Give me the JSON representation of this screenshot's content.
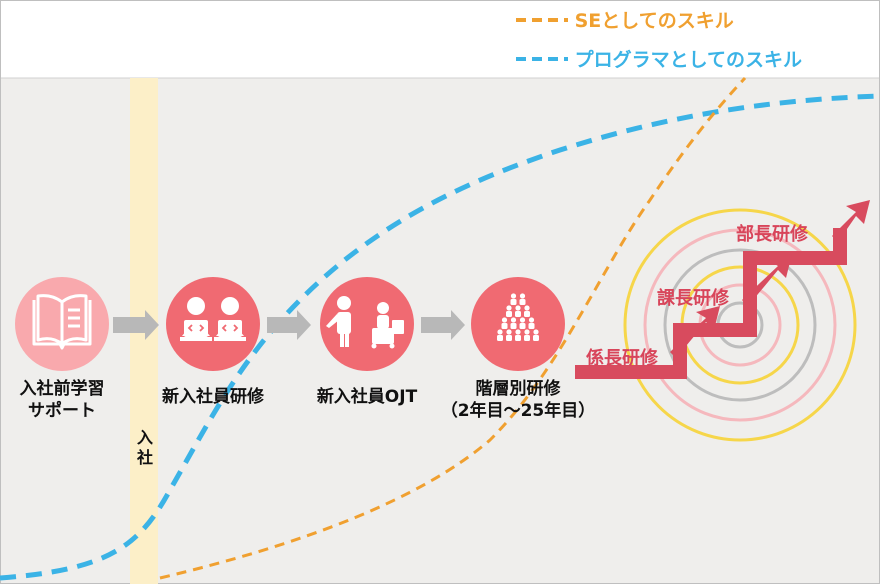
{
  "legend": {
    "se": {
      "label": "SEとしてのスキル",
      "color": "#f0a030"
    },
    "programmer": {
      "label": "プログラマとしてのスキル",
      "color": "#3bb3e6"
    }
  },
  "steps": [
    {
      "line1": "入社前学習",
      "line2": "サポート",
      "icon": "book-icon"
    },
    {
      "line1": "新入社員研修",
      "line2": "",
      "icon": "trainees-laptop-icon"
    },
    {
      "line1": "新入社員OJT",
      "line2": "",
      "icon": "mentor-ojt-icon"
    },
    {
      "line1": "階層別研修",
      "line2": "（2年目～25年目）",
      "icon": "hierarchy-pyramid-icon"
    }
  ],
  "entry_label": "入社",
  "management": {
    "level1": "係長研修",
    "level2": "課長研修",
    "level3": "部長研修"
  },
  "colors": {
    "background": "#efeeec",
    "entry_band": "#fcefc8",
    "circle_main": "#f06a72",
    "circle_light": "#f9a9ad",
    "arrow_gray": "#b8b8b8",
    "step_arrow": "#d84b5e",
    "ring_yellow": "#f6d64a",
    "ring_gray": "#bdbdbd",
    "ring_pink": "#f5b8bd"
  }
}
